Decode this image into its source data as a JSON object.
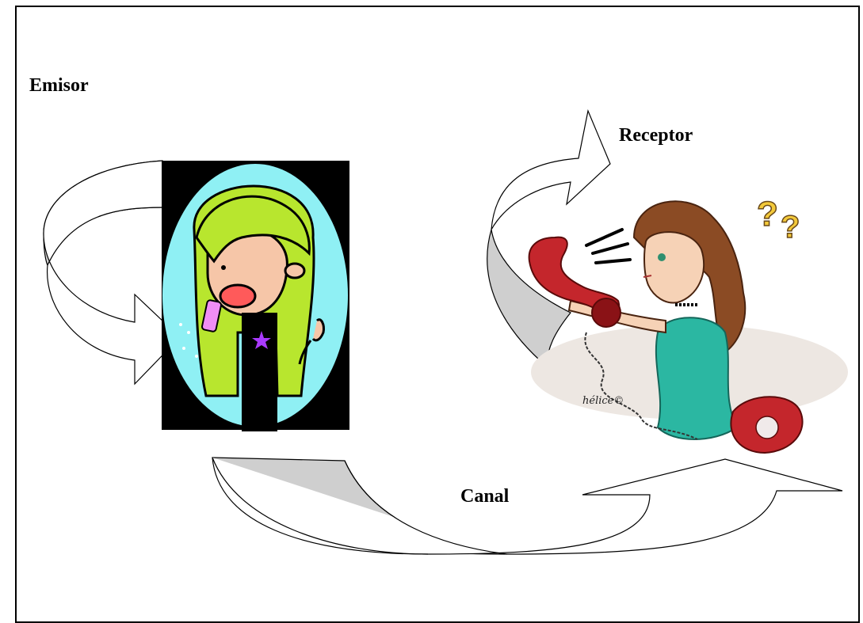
{
  "labels": {
    "emisor": "Emisor",
    "receptor": "Receptor",
    "canal": "Canal"
  },
  "illustrations": {
    "sender": "girl-talking-on-phone",
    "receiver": "confused-woman-holding-phone",
    "receiver_signature": "hélice©"
  },
  "colors": {
    "arrow_fill": "#cfcfcf",
    "arrow_stroke": "#000000",
    "sender_background": "#8ff0f4",
    "sender_hair": "#b8e62e",
    "receiver_dress": "#2bb7a2",
    "phone_red": "#c4262c",
    "receiver_hair": "#8b4b24"
  }
}
